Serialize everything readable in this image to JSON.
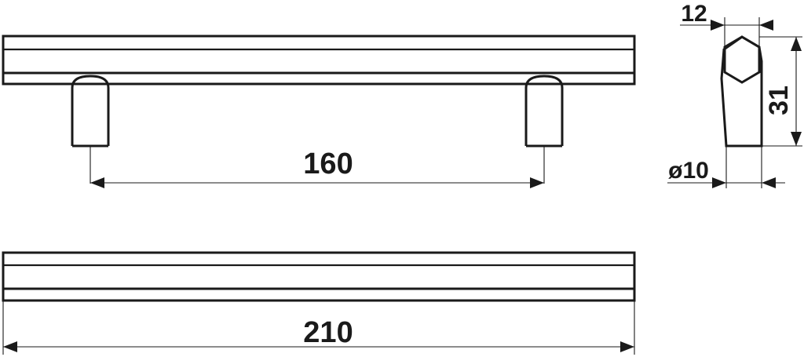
{
  "drawing": {
    "colors": {
      "line": "#1a1a1a",
      "background": "#ffffff"
    },
    "dimensions": {
      "hole_spacing": "160",
      "overall_length": "210",
      "bar_width": "12",
      "height": "31",
      "leg_diameter": "ø10"
    }
  }
}
